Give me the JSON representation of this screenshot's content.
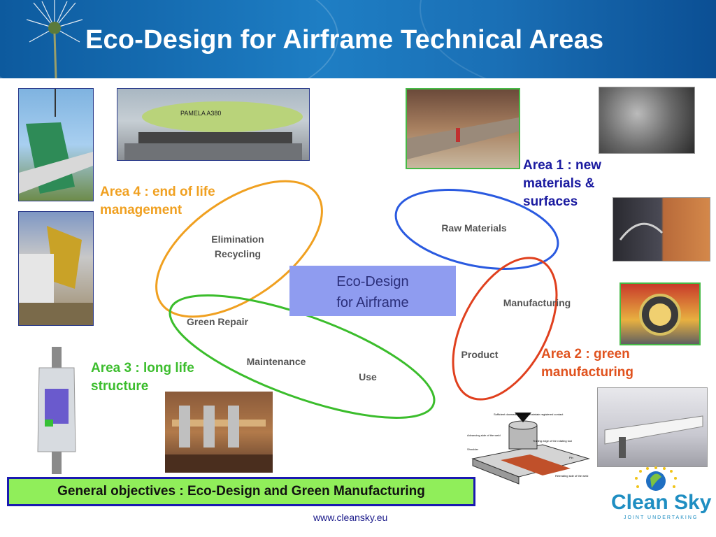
{
  "header": {
    "title": "Eco-Design for Airframe Technical Areas"
  },
  "areas": {
    "area1": "Area 1 : new materials & surfaces",
    "area1_lines": [
      "Area 1 : new",
      "materials &",
      "surfaces"
    ],
    "area2_lines": [
      "Area 2 : green",
      "manufacturing"
    ],
    "area3_lines": [
      "Area 3 : long life",
      "structure"
    ],
    "area4_lines": [
      "Area 4 : end of life",
      "management"
    ]
  },
  "colors": {
    "area1": "#2a2ab0",
    "area2": "#e0521e",
    "area3": "#3bbd2c",
    "area4": "#f0a020"
  },
  "diagram": {
    "raw_materials": "Raw Materials",
    "manufacturing": "Manufacturing",
    "product": "Product",
    "use": "Use",
    "maintenance": "Maintenance",
    "green_repair": "Green Repair",
    "elimination": "Elimination",
    "recycling": "Recycling",
    "center_line1": "Eco-Design",
    "center_line2": "for Airframe"
  },
  "footer": {
    "objectives": "General objectives : Eco-Design and Green Manufacturing",
    "url": "www.cleansky.eu"
  },
  "logo": {
    "name": "Clean Sky",
    "tagline": "JOINT UNDERTAKING"
  },
  "diagram_labels_weld": {
    "top": "Sufficient downward force to maintain registered contact",
    "advancing": "Advancing side of the weld",
    "shoulder": "Shoulder",
    "retreating": "Retreating side of the weld",
    "trailing": "Trailing edge of the rotating tool",
    "probe": "Pin"
  }
}
